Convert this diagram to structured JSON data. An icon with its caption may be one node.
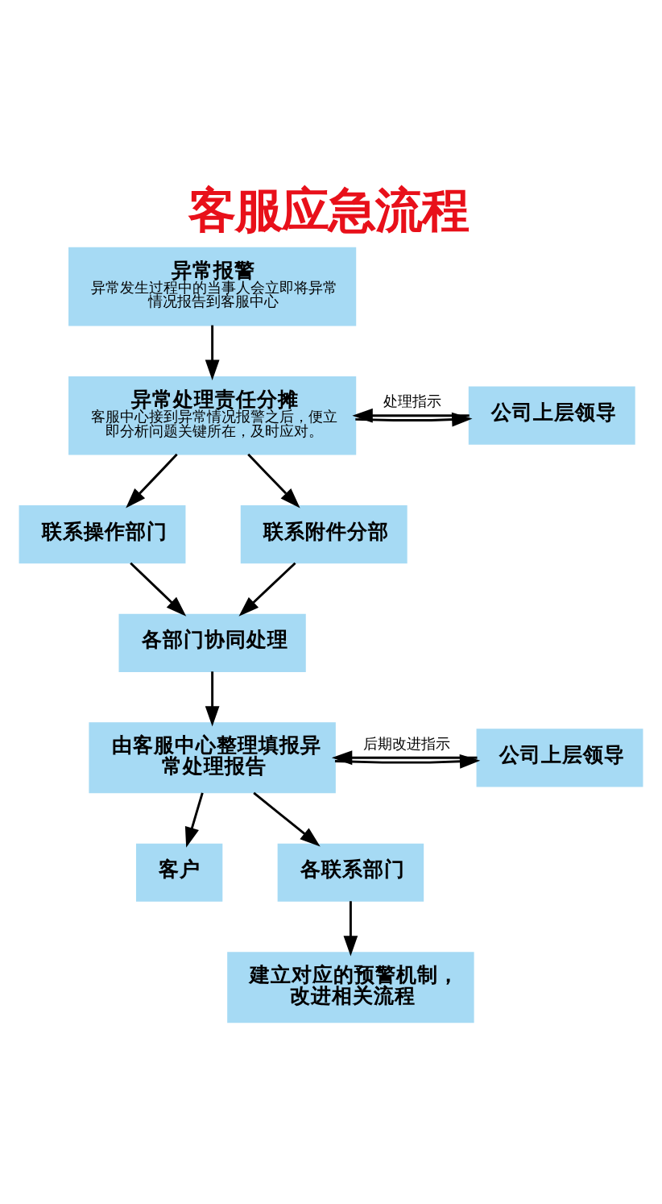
{
  "diagram": {
    "title": "客服应急流程",
    "nodes": [
      {
        "text": [
          "异常报警",
          "异常发生过程中的当事人会立即将异常情况报告到客服中心"
        ]
      },
      {
        "text": [
          "异常处理责任分摊",
          "客服中心接到异常情况报警之后，便立即分析问题关键所在，及时应对。"
        ]
      },
      {
        "text": [
          "公司上层领导"
        ]
      },
      {
        "text": [
          "联系操作部门"
        ]
      },
      {
        "text": [
          "联系附件分部"
        ]
      },
      {
        "text": [
          "各部门协同处理"
        ]
      },
      {
        "text": [
          "由客服中心整理填报异常处理报告"
        ]
      },
      {
        "text": [
          "公司上层领导"
        ]
      },
      {
        "text": [
          "客户"
        ]
      },
      {
        "text": [
          "各联系部门"
        ]
      },
      {
        "text": [
          "建立对应的预警机制，改进相关流程"
        ]
      }
    ],
    "edges": [
      {
        "from": 0,
        "to": 1,
        "arrow": "to"
      },
      {
        "from": 1,
        "to": 2,
        "arrow": "to"
      },
      {
        "from": 2,
        "to": 1,
        "arrow": "to",
        "label": "处理指示"
      },
      {
        "from": 1,
        "to": 3,
        "arrow": "to"
      },
      {
        "from": 1,
        "to": 4,
        "arrow": "to"
      },
      {
        "from": 3,
        "to": 5,
        "arrow": "to"
      },
      {
        "from": 4,
        "to": 5,
        "arrow": "to"
      },
      {
        "from": 5,
        "to": 6,
        "arrow": "to"
      },
      {
        "from": 6,
        "to": 7,
        "arrow": "to"
      },
      {
        "from": 7,
        "to": 6,
        "arrow": "to",
        "label": "后期改进指示"
      },
      {
        "from": 6,
        "to": 8,
        "arrow": "to"
      },
      {
        "from": 6,
        "to": 9,
        "arrow": "to"
      },
      {
        "from": 9,
        "to": 10,
        "arrow": "to"
      }
    ]
  }
}
